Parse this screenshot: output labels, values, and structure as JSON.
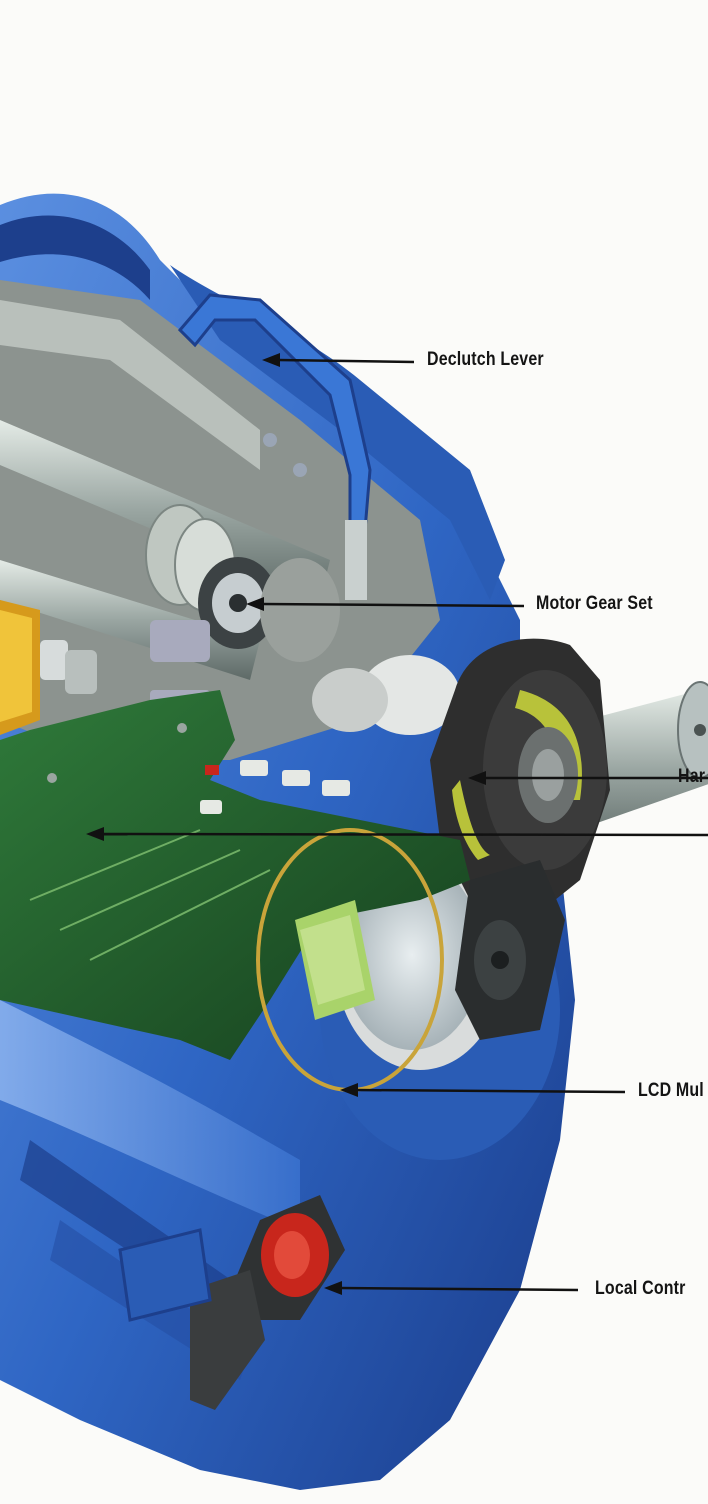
{
  "callouts": {
    "declutch_lever": "Declutch Lever",
    "motor_gear_set": "Motor Gear Set",
    "handwheel": "Har",
    "circuit_board": "",
    "lcd": "LCD Mul",
    "local_controls": "Local Contr"
  },
  "colors": {
    "background": "#fbfbf9",
    "housing_blue": "#2f66c4",
    "housing_dark": "#1d3f8c",
    "pcb_green": "#1f5a2a",
    "handwheel_dark": "#2e2e2e",
    "handwheel_yellow": "#b8c23a",
    "knob_red": "#c8261c",
    "lcd_green": "#a9d36a",
    "leader": "#111111"
  }
}
